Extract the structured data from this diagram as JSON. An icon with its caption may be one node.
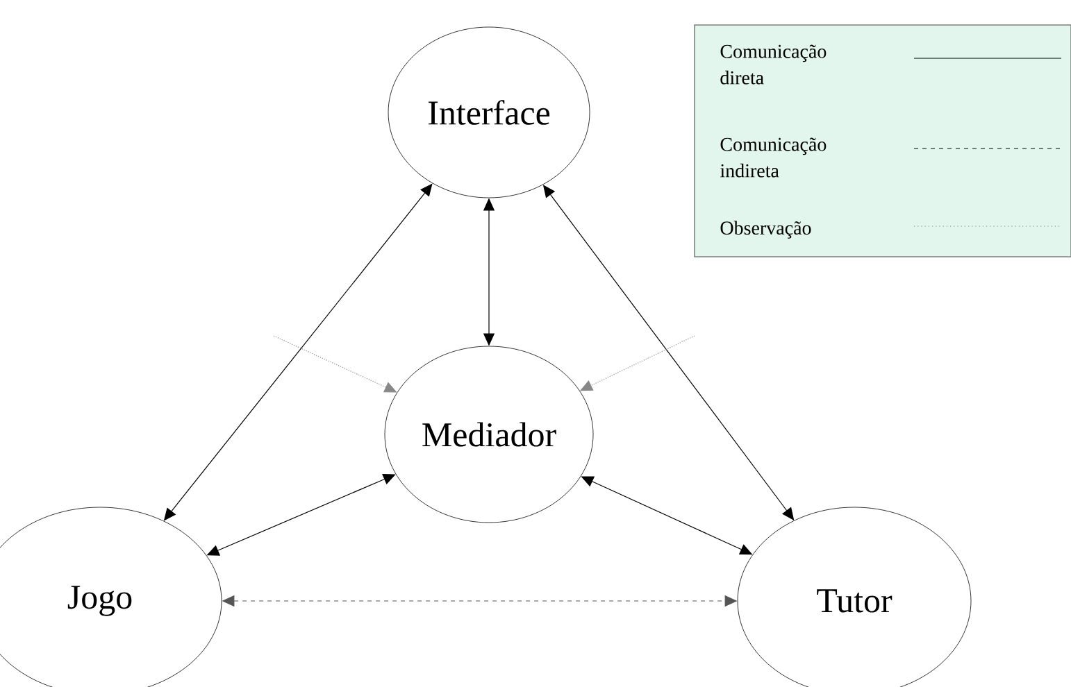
{
  "diagram": {
    "nodes": [
      {
        "text": [
          "Interface"
        ]
      },
      {
        "text": [
          "Mediador"
        ]
      },
      {
        "text": [
          "Jogo"
        ]
      },
      {
        "text": [
          "Tutor"
        ]
      }
    ],
    "edges": [
      {
        "from": 0,
        "to": 1,
        "arrow": "both"
      },
      {
        "from": 0,
        "to": 2,
        "arrow": "both"
      },
      {
        "from": 0,
        "to": 3,
        "arrow": "both"
      },
      {
        "from": 1,
        "to": 2,
        "arrow": "both"
      },
      {
        "from": 1,
        "to": 3,
        "arrow": "both"
      },
      {
        "from": 2,
        "to": 3,
        "arrow": "both",
        "style": "dashed",
        "color": "#555555"
      },
      {
        "from": null,
        "to": 1,
        "arrow": "to",
        "style": "dashed",
        "color": "#888888"
      },
      {
        "from": null,
        "to": 1,
        "arrow": "to",
        "style": "dashed",
        "color": "#888888"
      }
    ],
    "legend": [
      {
        "text": "Comunicação direta"
      },
      {
        "text": "Comunicação indireta"
      },
      {
        "text": "Observação"
      }
    ]
  }
}
